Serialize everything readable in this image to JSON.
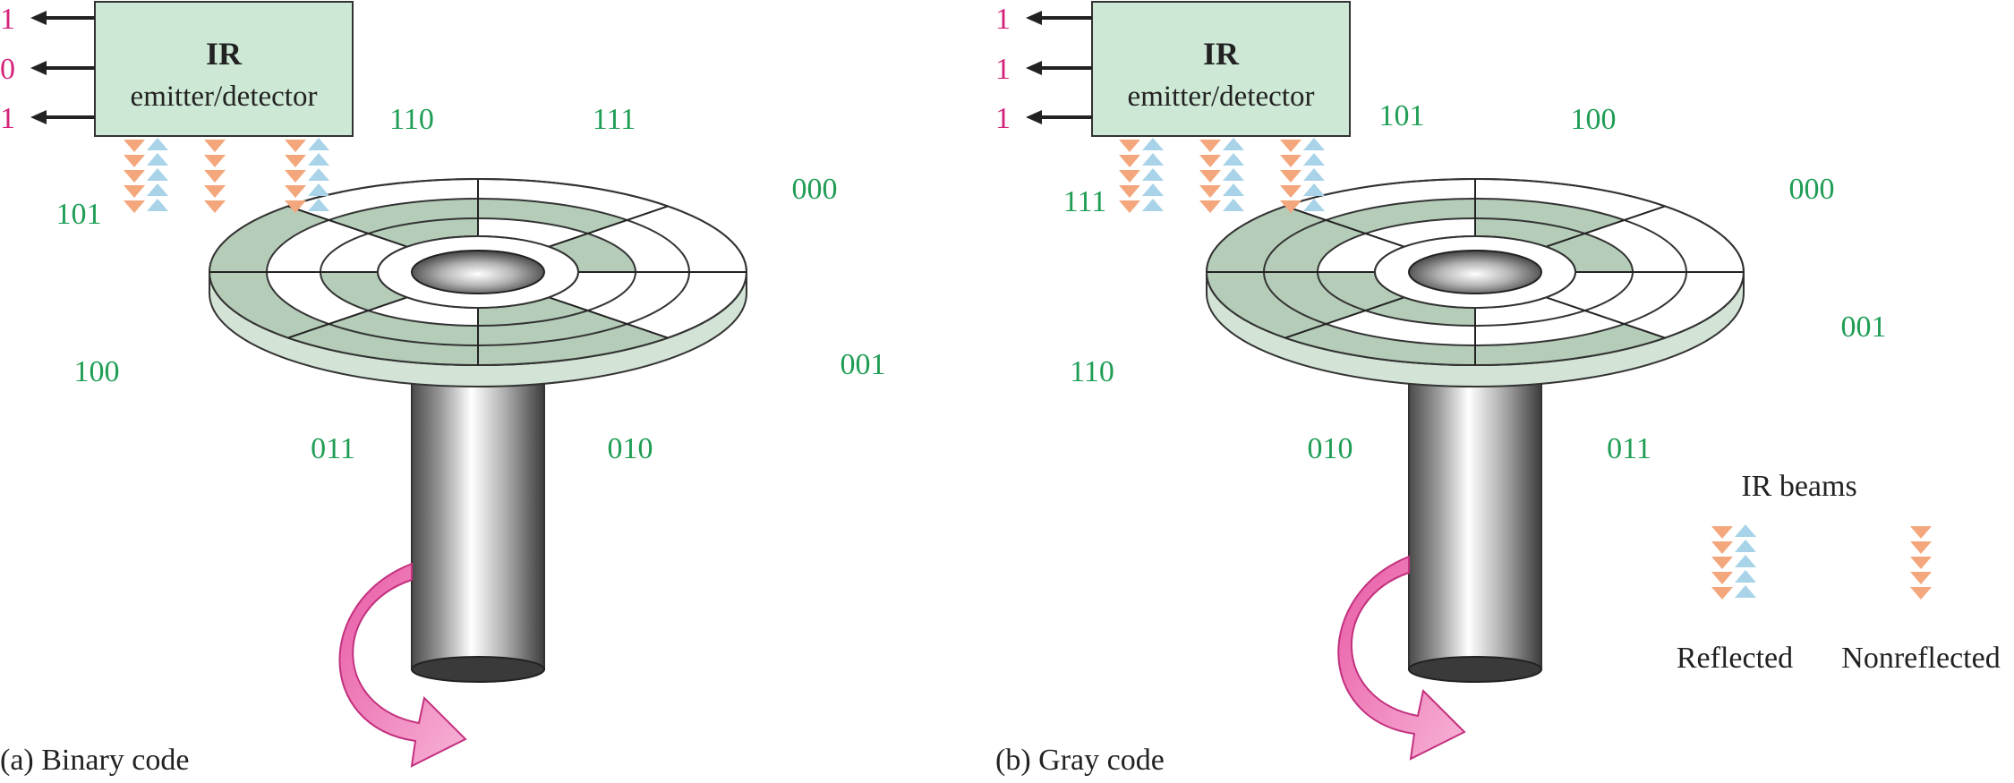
{
  "panels": [
    {
      "id": "binary",
      "caption": "(a) Binary code",
      "box_title": "IR",
      "box_subtitle": "emitter/detector",
      "output_bits": [
        "1",
        "0",
        "1"
      ],
      "sector_codes": [
        "000",
        "001",
        "010",
        "011",
        "100",
        "101",
        "110",
        "111"
      ],
      "beam_states": [
        "reflected",
        "nonreflected",
        "reflected"
      ]
    },
    {
      "id": "gray",
      "caption": "(b) Gray code",
      "box_title": "IR",
      "box_subtitle": "emitter/detector",
      "output_bits": [
        "1",
        "1",
        "1"
      ],
      "sector_codes": [
        "000",
        "001",
        "011",
        "010",
        "110",
        "111",
        "101",
        "100"
      ],
      "beam_states": [
        "reflected",
        "reflected",
        "reflected"
      ]
    }
  ],
  "legend": {
    "title": "IR beams",
    "reflected_label": "Reflected",
    "nonreflected_label": "Nonreflected"
  },
  "colors": {
    "shaded": "#b5cdb8",
    "light": "#ffffff",
    "disc_edge": "#d3e4d6",
    "box_fill": "#cde8d5",
    "code_text": "#1f9d55",
    "bit_text": "#d4237a",
    "beam_down": "#f4a77d",
    "beam_up": "#a8d3e8",
    "rotation_arrow": "#f07ab5"
  }
}
